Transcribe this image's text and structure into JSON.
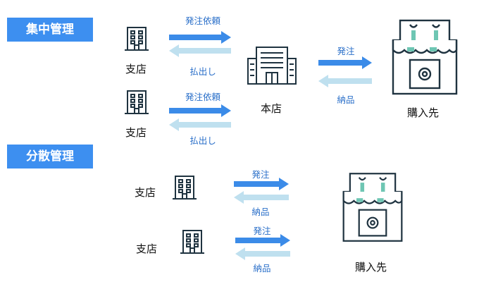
{
  "colors": {
    "tag_bg": "#3d8ff0",
    "arrow_dark": "#3b8be8",
    "arrow_light": "#bfe0ef",
    "arrow_label": "#2a6fc9",
    "icon_stroke": "#1f3340",
    "shop_accent": "#6ec6b3"
  },
  "centralized": {
    "tag": "集中管理",
    "branches": [
      {
        "label": "支店",
        "order_label": "発注依頼",
        "return_label": "払出し"
      },
      {
        "label": "支店",
        "order_label": "発注依頼",
        "return_label": "払出し"
      }
    ],
    "hq": {
      "label": "本店",
      "order_label": "発注",
      "delivery_label": "納品"
    },
    "supplier": {
      "label": "購入先"
    }
  },
  "distributed": {
    "tag": "分散管理",
    "branches": [
      {
        "label": "支店",
        "order_label": "発注",
        "delivery_label": "納品"
      },
      {
        "label": "支店",
        "order_label": "発注",
        "delivery_label": "納品"
      }
    ],
    "supplier": {
      "label": "購入先"
    }
  },
  "icons": [
    "office-building-icon",
    "headquarters-building-icon",
    "store-icon"
  ]
}
